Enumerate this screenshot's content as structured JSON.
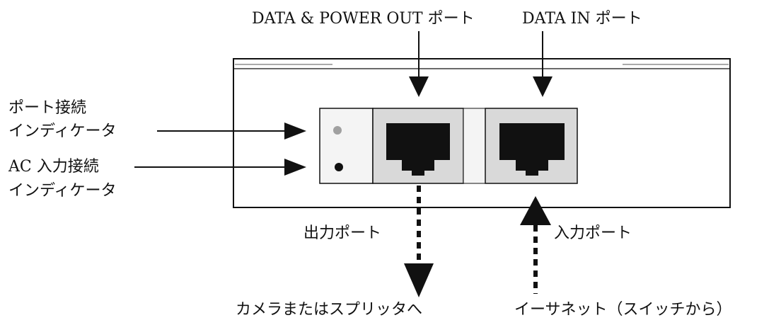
{
  "labels": {
    "data_power_out_port": "DATA & POWER OUT ポート",
    "data_in_port": "DATA IN ポート",
    "port_conn_line1": "ポート接続",
    "port_conn_line2": "インディケータ",
    "ac_conn_line1": "AC 入力接続",
    "ac_conn_line2": "インディケータ",
    "output_port": "出力ポート",
    "input_port": "入力ポート",
    "to_camera": "カメラまたはスプリッタへ",
    "from_ethernet": "イーサネット（スイッチから）"
  },
  "colors": {
    "ink": "#111111",
    "port_face": "#d9d9d9",
    "indicator_port": "#a0a0a0",
    "indicator_ac": "#111111"
  }
}
